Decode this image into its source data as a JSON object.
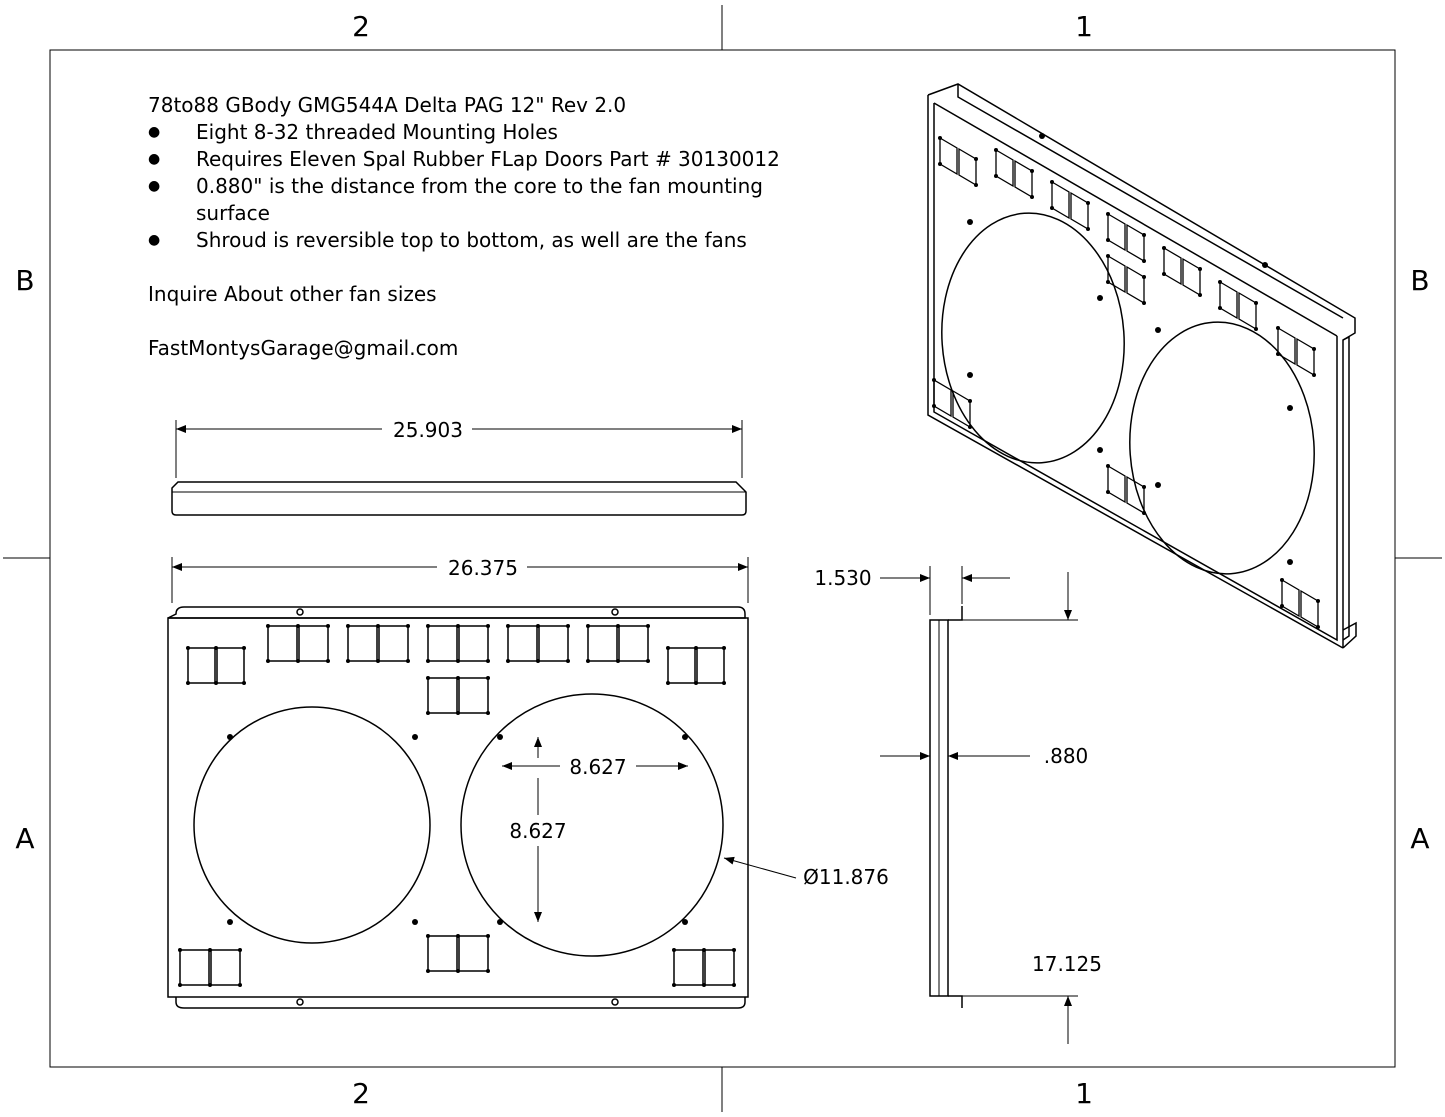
{
  "notes": {
    "title": "78to88 GBody GMG544A Delta PAG 12\" Rev 2.0",
    "bullets": [
      "Eight 8-32 threaded Mounting Holes",
      "Requires Eleven Spal Rubber FLap Doors Part # 30130012",
      "0.880\" is the distance from the core to the fan mounting surface",
      "Shroud is reversible top to bottom, as well are the fans"
    ],
    "inquiry": "Inquire About other fan sizes",
    "email": "FastMontysGarage@gmail.com"
  },
  "border": {
    "col_left": "2",
    "col_right": "1",
    "row_top": "B",
    "row_bottom": "A"
  },
  "dimensions": {
    "top_width": "25.903",
    "overall_width": "26.375",
    "circle_x_offset": "8.627",
    "circle_y_offset": "8.627",
    "fan_diameter": "Ø11.876",
    "flange_depth": "1.530",
    "core_distance": ".880",
    "overall_height": "17.125"
  }
}
